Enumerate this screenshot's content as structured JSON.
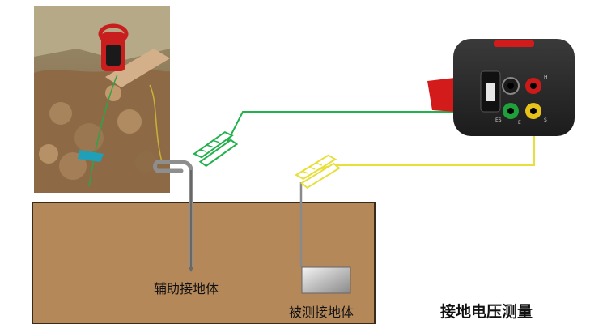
{
  "labels": {
    "auxiliary_electrode": "辅助接地体",
    "tested_electrode": "被测接地体",
    "caption": "接地电压测量"
  },
  "meter": {
    "terminal_labels": [
      "H",
      "S",
      "E",
      "ES"
    ]
  },
  "colors": {
    "soil": "#b5885a",
    "soil_border": "#3a2a1a",
    "green_wire": "#22b14c",
    "yellow_wire": "#e8df3a",
    "meter_body": "#2a2a2a",
    "meter_red": "#d41b1b",
    "terminal_black": "#1a1a1a",
    "terminal_red": "#cc1a1a",
    "terminal_green": "#1fa03a",
    "terminal_yellow": "#e6c21a"
  },
  "icons": {
    "photo": "field-photo-clamp-meter",
    "meter": "earth-tester-icon",
    "clip": "alligator-clip-icon",
    "rod": "ground-rod-icon",
    "plate": "ground-plate-icon"
  }
}
